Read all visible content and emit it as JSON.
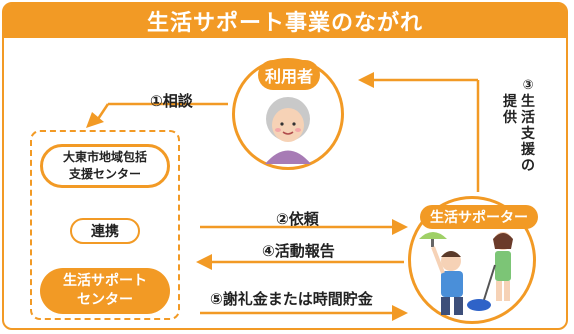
{
  "title": "生活サポート事業のながれ",
  "user": {
    "label": "利用者"
  },
  "center": {
    "line1": "大東市地域包括",
    "line2": "支援センター"
  },
  "link": {
    "label": "連携"
  },
  "support_center": {
    "line1": "生活サポート",
    "line2": "センター"
  },
  "supporter": {
    "label": "生活サポーター"
  },
  "arrows": {
    "soudan": "①相談",
    "irai": "②依頼",
    "provide_num": "③",
    "provide_col1": "生活支援の",
    "provide_col2": "提供",
    "houkoku": "④活動報告",
    "sharei": "⑤謝礼金または時間貯金"
  },
  "colors": {
    "accent": "#f29a25",
    "arrow_light": "#fbd8a8"
  }
}
